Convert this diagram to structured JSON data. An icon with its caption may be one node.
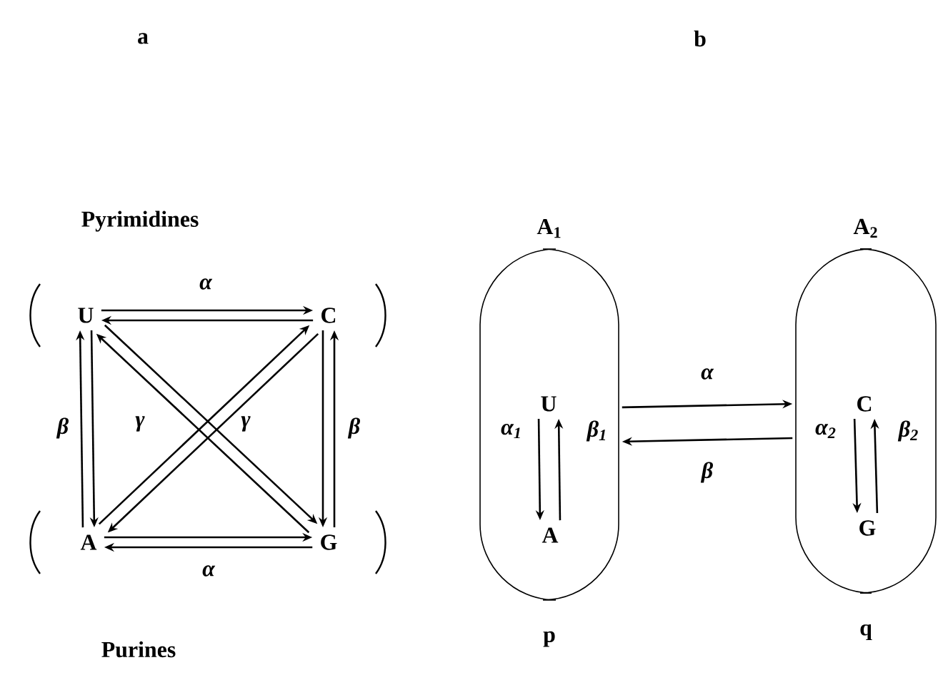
{
  "diagram": {
    "nodes": [
      {
        "text": [
          "U"
        ]
      },
      {
        "text": [
          "C"
        ]
      },
      {
        "text": [
          "A"
        ]
      },
      {
        "text": [
          "G"
        ]
      },
      {
        "text": [
          "A$_{1}$"
        ],
        "beside": [
          "p"
        ]
      },
      {
        "text": [
          "U"
        ],
        "in": 4
      },
      {
        "text": [
          "A"
        ],
        "in": 4
      },
      {
        "text": [
          "A$_{2}$"
        ],
        "beside": [
          "q"
        ]
      },
      {
        "text": [
          "C"
        ],
        "in": 7
      },
      {
        "text": [
          "G"
        ],
        "in": 7
      }
    ],
    "edges": [
      {
        "from": 0,
        "to": 1,
        "arrow": "to",
        "label": "α"
      },
      {
        "from": 1,
        "to": 0,
        "arrow": "to"
      },
      {
        "from": 2,
        "to": 0,
        "arrow": "to",
        "label": "β"
      },
      {
        "from": 0,
        "to": 2,
        "arrow": "to"
      },
      {
        "from": 1,
        "to": 3,
        "arrow": "to"
      },
      {
        "from": 3,
        "to": 1,
        "arrow": "to",
        "label": "β"
      },
      {
        "from": 2,
        "to": 3,
        "arrow": "to"
      },
      {
        "from": 3,
        "to": 2,
        "arrow": "to",
        "label": "α"
      },
      {
        "from": 0,
        "to": 3,
        "arrow": "to",
        "label": "γ"
      },
      {
        "from": 3,
        "to": 0,
        "arrow": "to"
      },
      {
        "from": 2,
        "to": 1,
        "arrow": "to",
        "label": "γ"
      },
      {
        "from": 1,
        "to": 2,
        "arrow": "to"
      },
      {
        "from": 5,
        "to": 6,
        "arrow": "to",
        "label": "α$_{1}$"
      },
      {
        "from": 6,
        "to": 5,
        "arrow": "to",
        "label": "β$_{1}$"
      },
      {
        "from": 8,
        "to": 9,
        "arrow": "to",
        "label": "α$_{2}$"
      },
      {
        "from": 9,
        "to": 8,
        "arrow": "to",
        "label": "β$_{2}$"
      },
      {
        "from": 4,
        "to": 7,
        "arrow": "to",
        "label": "α"
      },
      {
        "from": 7,
        "to": 4,
        "arrow": "to",
        "label": "β"
      }
    ],
    "labels": [
      "a",
      "b",
      "Pyrimidines",
      "Purines"
    ]
  }
}
